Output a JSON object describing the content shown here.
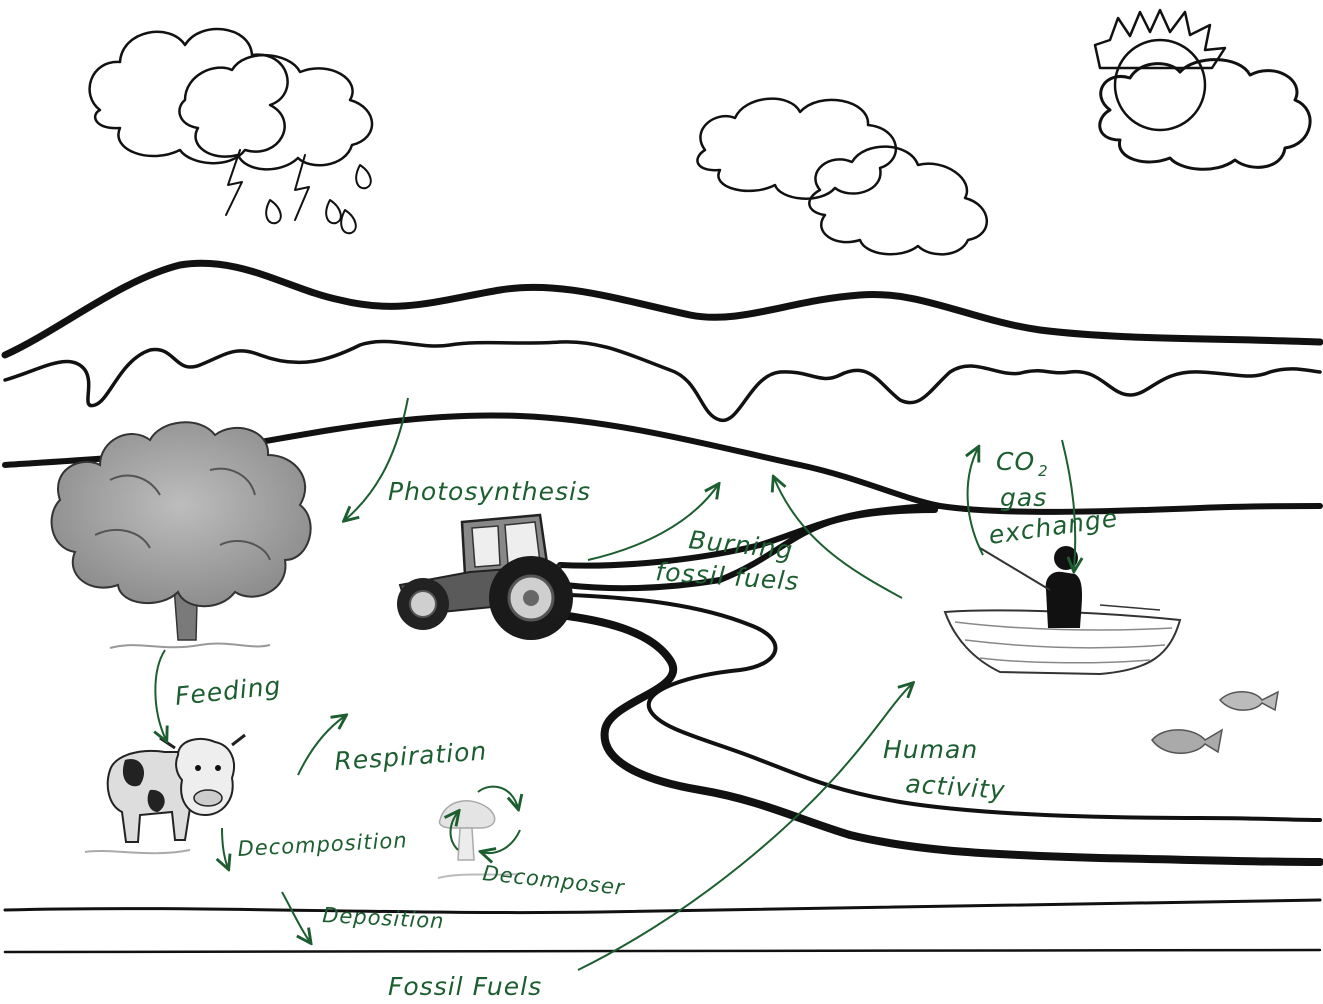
{
  "labels": {
    "photosynthesis": "Photosynthesis",
    "burning_line1": "Burning",
    "burning_line2": "fossil fuels",
    "co2_line1": "CO",
    "co2_sub": "2",
    "co2_line2": "gas",
    "co2_line3": "exchange",
    "feeding": "Feeding",
    "respiration": "Respiration",
    "human_line1": "Human",
    "human_line2": "activity",
    "decomposition": "Decomposition",
    "decomposer": "Decomposer",
    "deposition": "Deposition",
    "fossil_fuels": "Fossil Fuels"
  },
  "colors": {
    "annotation_ink": "#1c5e2f",
    "line_ink": "#111111"
  }
}
